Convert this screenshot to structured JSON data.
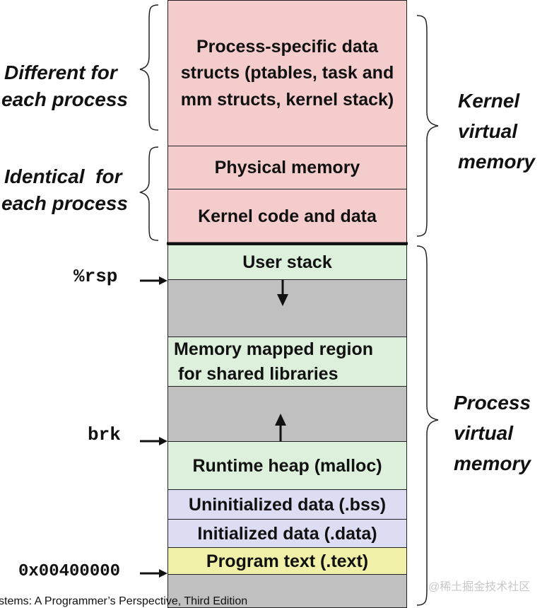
{
  "segments": {
    "process_specific": "Process-specific data structs  (ptables, task and mm structs, kernel stack)",
    "physical_memory": "Physical memory",
    "kernel_code": "Kernel code and data",
    "user_stack": "User stack",
    "mmap_region_line1": "Memory mapped region",
    "mmap_region_line2": "for shared libraries",
    "runtime_heap": "Runtime heap (malloc)",
    "bss": "Uninitialized data (.bss)",
    "data": "Initialized data (.data)",
    "text": "Program text (.text)"
  },
  "left_labels": {
    "different_line1": "Different for",
    "different_line2": "each process",
    "identical_line1": "Identical  for",
    "identical_line2": "each process"
  },
  "right_labels": {
    "kernel_line1": "Kernel",
    "kernel_line2": "virtual",
    "kernel_line3": "memory",
    "process_line1": "Process",
    "process_line2": "virtual",
    "process_line3": "memory"
  },
  "pointers": {
    "rsp": "%rsp",
    "brk": "brk",
    "text_start": "0x00400000"
  },
  "footer": "stems: A Programmer’s Perspective, Third Edition",
  "watermark": "@稀土掘金技术社区",
  "colors": {
    "kernel": "#f4cccc",
    "user_stack_mmap_heap": "#dcf0dc",
    "unused": "#c0c0c0",
    "data": "#dcdcf2",
    "text": "#f0f0a8"
  }
}
